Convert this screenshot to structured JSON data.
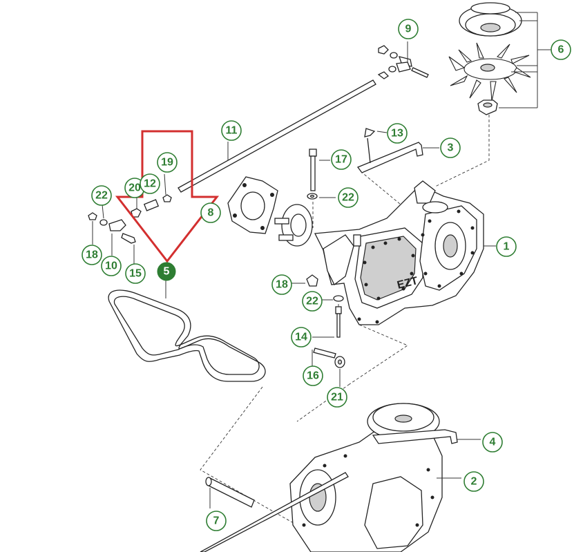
{
  "diagram": {
    "callout_color": "#2e7d32",
    "highlight_color": "#d32f2f",
    "callouts": [
      {
        "id": "c9",
        "label": "9"
      },
      {
        "id": "c6",
        "label": "6"
      },
      {
        "id": "c11",
        "label": "11"
      },
      {
        "id": "c13",
        "label": "13"
      },
      {
        "id": "c3",
        "label": "3"
      },
      {
        "id": "c17",
        "label": "17"
      },
      {
        "id": "c19",
        "label": "19"
      },
      {
        "id": "c22a",
        "label": "22"
      },
      {
        "id": "c20",
        "label": "20"
      },
      {
        "id": "c12",
        "label": "12"
      },
      {
        "id": "c22b",
        "label": "22"
      },
      {
        "id": "c8",
        "label": "8"
      },
      {
        "id": "c1",
        "label": "1"
      },
      {
        "id": "c18a",
        "label": "18"
      },
      {
        "id": "c10",
        "label": "10"
      },
      {
        "id": "c15",
        "label": "15"
      },
      {
        "id": "c5",
        "label": "5",
        "highlighted": true
      },
      {
        "id": "c18b",
        "label": "18"
      },
      {
        "id": "c22c",
        "label": "22"
      },
      {
        "id": "c14",
        "label": "14"
      },
      {
        "id": "c16",
        "label": "16"
      },
      {
        "id": "c21",
        "label": "21"
      },
      {
        "id": "c4",
        "label": "4"
      },
      {
        "id": "c2",
        "label": "2"
      },
      {
        "id": "c7",
        "label": "7"
      }
    ],
    "engraved_text": {
      "transaxle_logo": "EZT"
    }
  }
}
